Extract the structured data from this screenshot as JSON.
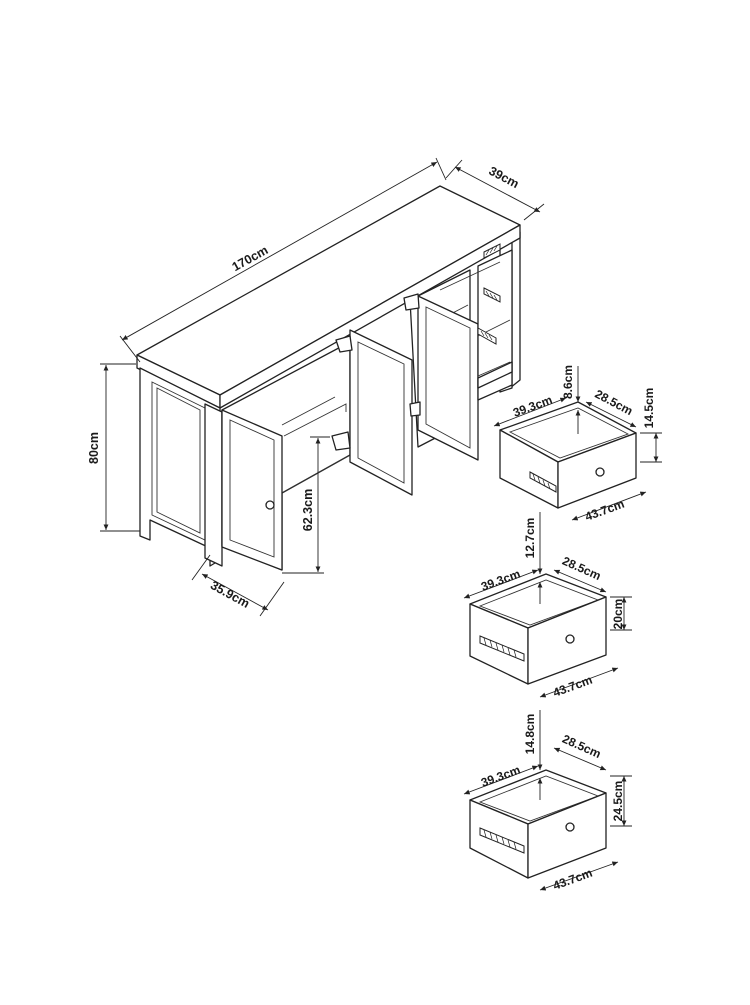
{
  "diagram": {
    "cabinet": {
      "width": "170cm",
      "depth": "39cm",
      "height": "80cm",
      "interior_height": "62.3cm",
      "door_width": "35.9cm"
    },
    "drawers": [
      {
        "front_height": "14.5cm",
        "front_width": "43.7cm",
        "depth": "39.3cm",
        "inner_width": "28.5cm",
        "inner_height": "8.6cm"
      },
      {
        "front_height": "20cm",
        "front_width": "43.7cm",
        "depth": "39.3cm",
        "inner_width": "28.5cm",
        "inner_height": "12.7cm"
      },
      {
        "front_height": "24.5cm",
        "front_width": "43.7cm",
        "depth": "39.3cm",
        "inner_width": "28.5cm",
        "inner_height": "14.8cm"
      }
    ]
  }
}
